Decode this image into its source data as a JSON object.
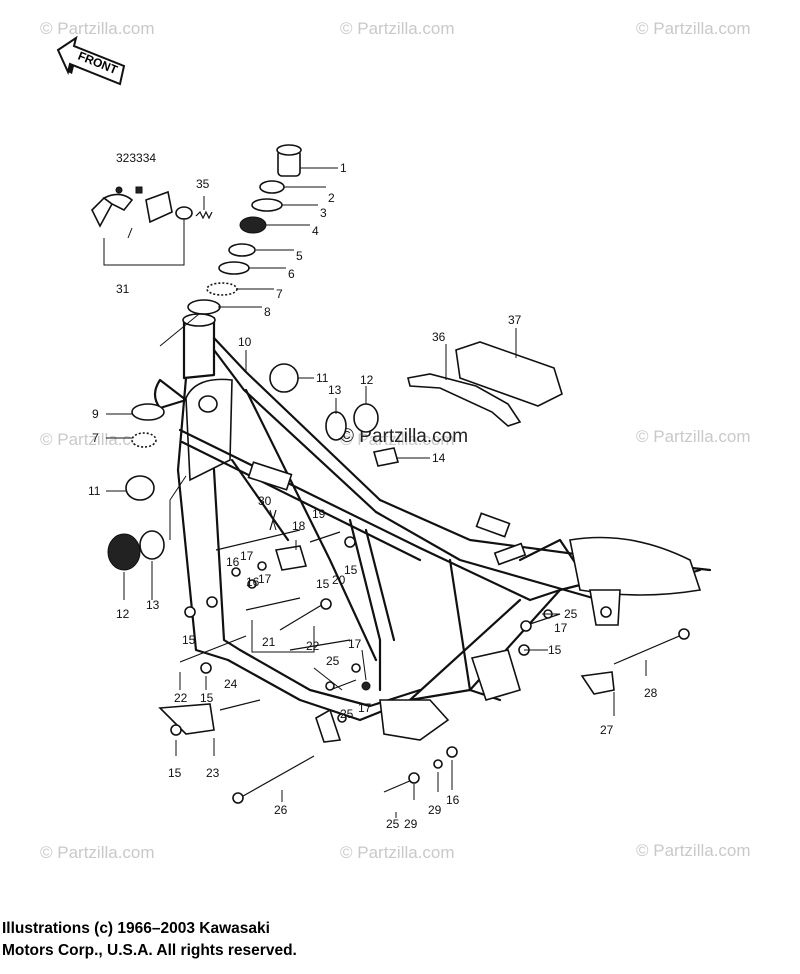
{
  "front_label": "FRONT",
  "watermarks": [
    "© Partzilla.com",
    "© Partzilla.com",
    "© Partzilla.com",
    "© Partzilla.com",
    "© Partzilla.com",
    "© Partzilla.com",
    "© Partzilla.com",
    "© Partzilla.com",
    "© Partzilla.com"
  ],
  "center_watermark": "© Partzilla.com",
  "callouts": [
    "323334",
    "35",
    "31",
    "1",
    "2",
    "3",
    "4",
    "5",
    "6",
    "7",
    "8",
    "10",
    "11",
    "37",
    "36",
    "13",
    "12",
    "9",
    "7",
    "14",
    "11",
    "30",
    "19",
    "18",
    "16",
    "17",
    "16",
    "17",
    "20",
    "15",
    "15",
    "12",
    "13",
    "21",
    "15",
    "25",
    "17",
    "15",
    "22",
    "25",
    "17",
    "22",
    "15",
    "24",
    "25",
    "17",
    "28",
    "27",
    "15",
    "23",
    "26",
    "25",
    "29",
    "29",
    "16"
  ],
  "copyright_line1": "Illustrations (c) 1966–2003 Kawasaki",
  "copyright_line2": "Motors Corp., U.S.A.  All rights reserved."
}
